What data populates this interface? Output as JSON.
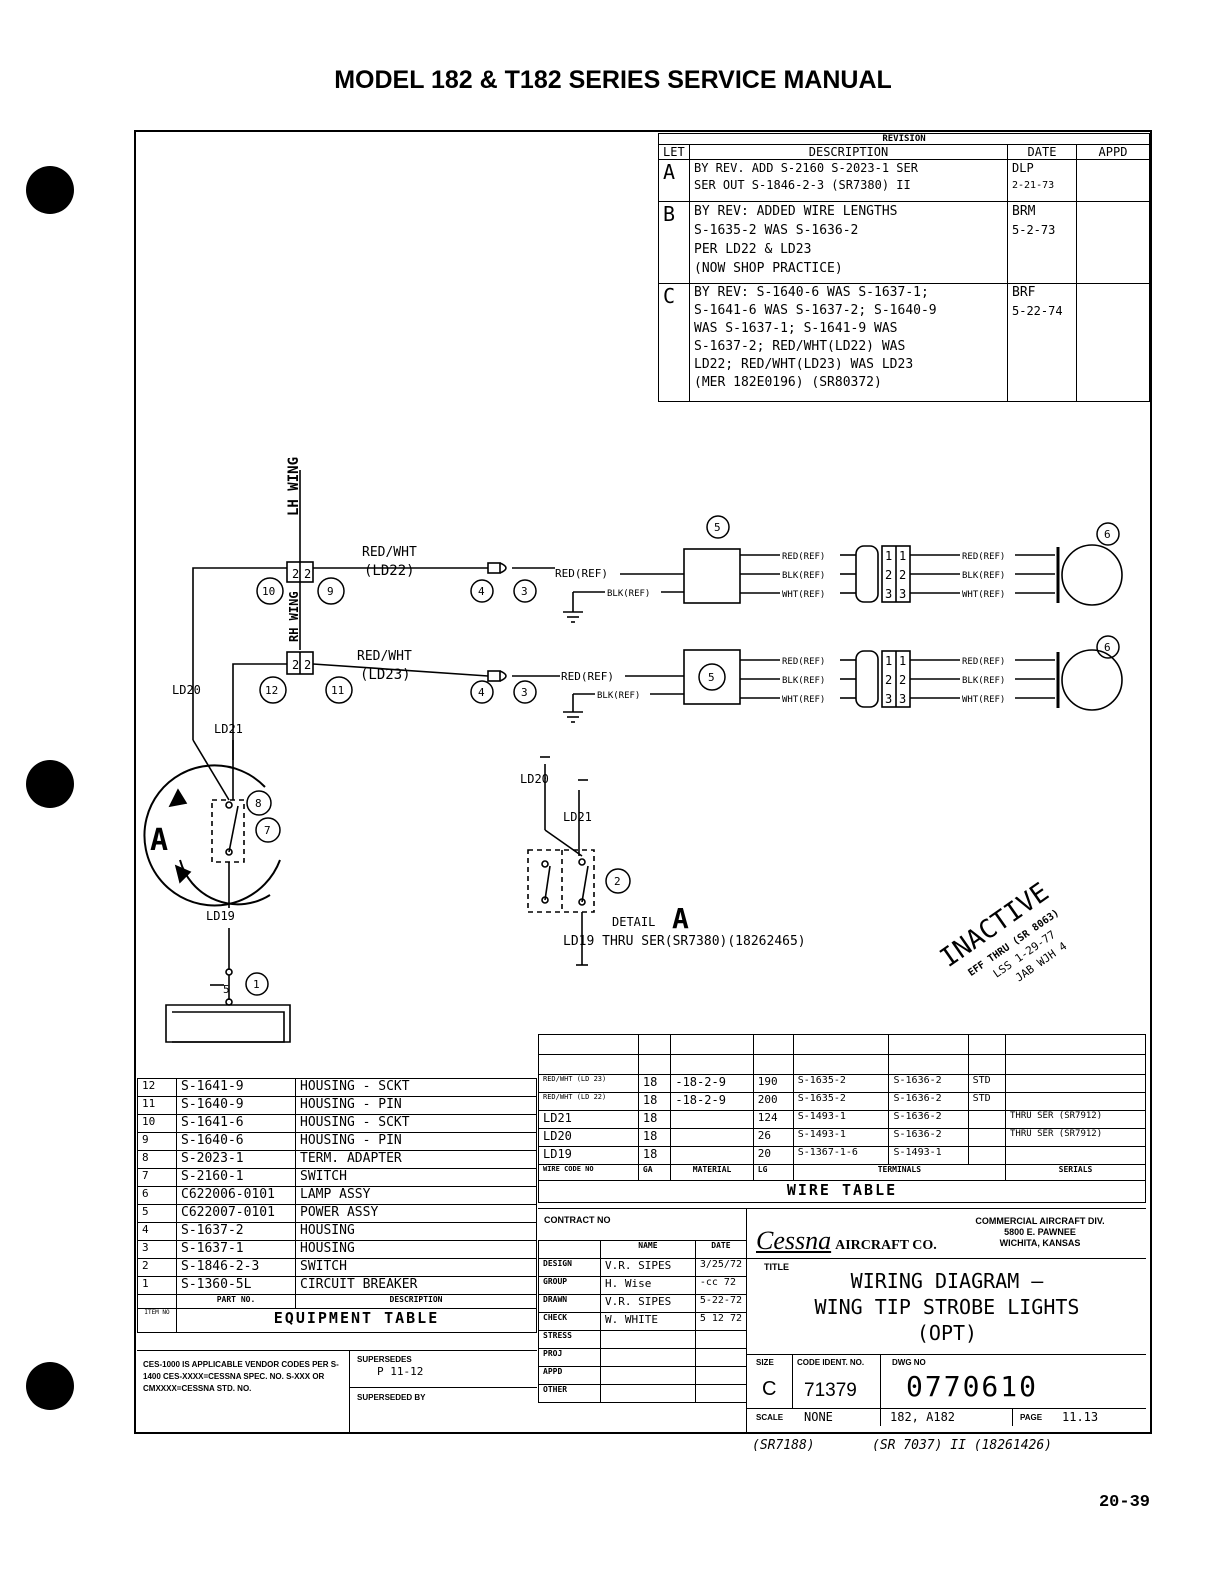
{
  "header": {
    "title": "MODEL 182 & T182 SERIES SERVICE MANUAL",
    "page_number": "20-39"
  },
  "revision": {
    "heading": "REVISION",
    "columns": [
      "LET",
      "DESCRIPTION",
      "DATE",
      "APPD"
    ],
    "rows": [
      {
        "letter": "A",
        "lines": [
          "BY REV. ADD S-2160 S-2023-1 SER",
          "SER OUT S-1846-2-3 (SR7380) II"
        ],
        "date": "DLP",
        "date2": "2-21-73",
        "appd": ""
      },
      {
        "letter": "B",
        "lines": [
          "BY REV: ADDED WIRE LENGTHS",
          "S-1635-2 WAS S-1636-2",
          "PER LD22 & LD23",
          "(NOW SHOP PRACTICE)"
        ],
        "date": "BRM",
        "date2": "5-2-73",
        "appd": ""
      },
      {
        "letter": "C",
        "lines": [
          "BY REV: S-1640-6 WAS S-1637-1;",
          "S-1641-6 WAS S-1637-2; S-1640-9",
          "WAS S-1637-1; S-1641-9 WAS",
          "S-1637-2; RED/WHT(LD22) WAS",
          "LD22; RED/WHT(LD23) WAS LD23",
          "(MER 182E0196)   (SR80372)"
        ],
        "date": "BRF",
        "date2": "5-22-74",
        "appd": ""
      }
    ]
  },
  "diagram": {
    "lh_wing": "LH WING",
    "rh_wing": "RH WING",
    "wire_red_wht": "RED/WHT",
    "ld22": "(LD22)",
    "ld23": "(LD23)",
    "red_ref": "RED(REF)",
    "blk_ref": "BLK(REF)",
    "wht_ref": "WHT(REF)",
    "ld20": "LD20",
    "ld21": "LD21",
    "ld19": "LD19",
    "detail_label": "DETAIL",
    "detail_letter": "A",
    "detail_note": "LD19  THRU SER(SR7380)(18262465)",
    "switch_pin": "5",
    "conn_1": "1",
    "conn_2": "2",
    "conn_3": "3",
    "item_1": "1",
    "item_2": "2",
    "item_3": "3",
    "item_4": "4",
    "item_5": "5",
    "item_6": "6",
    "item_7": "7",
    "item_8": "8",
    "item_9": "9",
    "item_10": "10",
    "item_11": "11",
    "item_12": "12",
    "inactive_stamp": "INACTIVE",
    "inactive_sub": "EFF THRU (SR 8063)",
    "inactive_sub2": "LSS 1-29-77",
    "inactive_sub3": "JAB WJH 4"
  },
  "wire_table": {
    "title": "WIRE TABLE",
    "columns": [
      "WIRE CODE NO",
      "GA",
      "MATERIAL",
      "LG",
      "TERMINALS",
      "",
      "SERIALS"
    ],
    "rows": [
      {
        "code": "RED/WHT (LD 23)",
        "ga": "18",
        "material": "-18-2-9",
        "lg": "190",
        "t1": "S-1635-2",
        "t2": "S-1636-2",
        "t3": "STD",
        "serials": ""
      },
      {
        "code": "RED/WHT (LD 22)",
        "ga": "18",
        "material": "-18-2-9",
        "lg": "200",
        "t1": "S-1635-2",
        "t2": "S-1636-2",
        "t3": "STD",
        "serials": ""
      },
      {
        "code": "LD21",
        "ga": "18",
        "material": "",
        "lg": "124",
        "t1": "S-1493-1",
        "t2": "S-1636-2",
        "t3": "",
        "serials": "THRU SER (SR7912)"
      },
      {
        "code": "LD20",
        "ga": "18",
        "material": "",
        "lg": "26",
        "t1": "S-1493-1",
        "t2": "S-1636-2",
        "t3": "",
        "serials": "THRU SER (SR7912)"
      },
      {
        "code": "LD19",
        "ga": "18",
        "material": "",
        "lg": "20",
        "t1": "S-1367-1-6",
        "t2": "S-1493-1",
        "t3": "",
        "serials": ""
      }
    ]
  },
  "equipment_table": {
    "title": "EQUIPMENT TABLE",
    "col_item": "ITEM NO",
    "col_part": "PART NO.",
    "col_desc": "DESCRIPTION",
    "rows": [
      {
        "item": "12",
        "part": "S-1641-9",
        "desc": "HOUSING - SCKT"
      },
      {
        "item": "11",
        "part": "S-1640-9",
        "desc": "HOUSING - PIN"
      },
      {
        "item": "10",
        "part": "S-1641-6",
        "desc": "HOUSING - SCKT"
      },
      {
        "item": "9",
        "part": "S-1640-6",
        "desc": "HOUSING - PIN"
      },
      {
        "item": "8",
        "part": "S-2023-1",
        "desc": "TERM. ADAPTER"
      },
      {
        "item": "7",
        "part": "S-2160-1",
        "desc": "SWITCH"
      },
      {
        "item": "6",
        "part": "C622006-0101",
        "desc": "LAMP ASSY"
      },
      {
        "item": "5",
        "part": "C622007-0101",
        "desc": "POWER ASSY"
      },
      {
        "item": "4",
        "part": "S-1637-2",
        "desc": "HOUSING"
      },
      {
        "item": "3",
        "part": "S-1637-1",
        "desc": "HOUSING"
      },
      {
        "item": "2",
        "part": "S-1846-2-3",
        "desc": "SWITCH"
      },
      {
        "item": "1",
        "part": "S-1360-5L",
        "desc": "CIRCUIT BREAKER"
      }
    ]
  },
  "notes": {
    "ces": "CES-1000 IS APPLICABLE VENDOR CODES PER S-1400 CES-XXXX=CESSNA SPEC. NO. S-XXX OR CMXXXX=CESSNA STD. NO.",
    "supersedes_label": "SUPERSEDES",
    "supersedes_value": "P 11-12",
    "superseded_by_label": "SUPERSEDED BY"
  },
  "title_block": {
    "contract_label": "CONTRACT NO",
    "name_col": "NAME",
    "date_col": "DATE",
    "rows": [
      {
        "label": "DESIGN",
        "name": "V.R. SIPES",
        "date": "3/25/72"
      },
      {
        "label": "GROUP",
        "name": "H. Wise",
        "date": "-cc 72"
      },
      {
        "label": "DRAWN",
        "name": "V.R. SIPES",
        "date": "5-22-72"
      },
      {
        "label": "CHECK",
        "name": "W. WHITE",
        "date": "5 12 72"
      },
      {
        "label": "STRESS",
        "name": "",
        "date": ""
      },
      {
        "label": "PROJ",
        "name": "",
        "date": ""
      },
      {
        "label": "APPD",
        "name": "",
        "date": ""
      },
      {
        "label": "OTHER",
        "name": "",
        "date": ""
      }
    ],
    "company_logo": "Cessna",
    "company_sub": "AIRCRAFT CO.",
    "division": "COMMERCIAL AIRCRAFT DIV.",
    "address1": "5800 E. PAWNEE",
    "address2": "WICHITA, KANSAS",
    "title_label": "TITLE",
    "title_line1": "WIRING DIAGRAM —",
    "title_line2": "WING TIP STROBE LIGHTS",
    "title_line3": "(OPT)",
    "size_label": "SIZE",
    "size_value": "C",
    "code_ident_label": "CODE IDENT. NO.",
    "code_ident_value": "71379",
    "dwg_label": "DWG NO",
    "dwg_value": "0770610",
    "scale_label": "SCALE",
    "scale_value": "NONE",
    "model_value": "182, A182",
    "page_label": "PAGE",
    "page_value": "11.13"
  },
  "footer_notes": {
    "left": "(SR7188)",
    "right": "(SR 7037) II (18261426)"
  }
}
